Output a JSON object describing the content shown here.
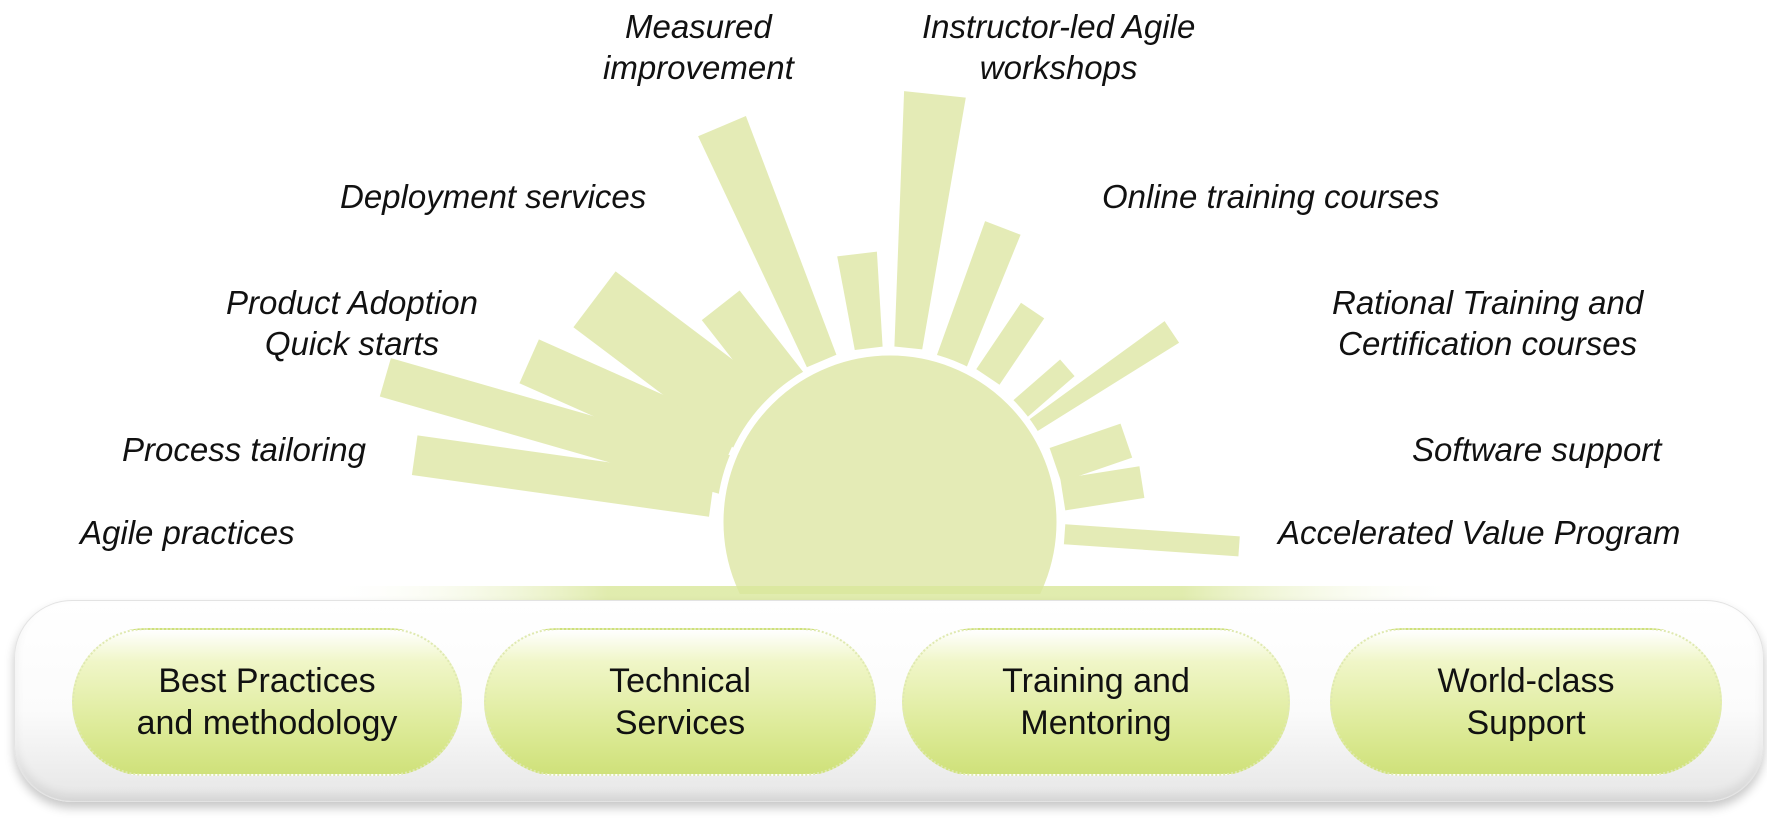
{
  "colors": {
    "sun": "#e4ebb6",
    "sun_outline": "#ffffff",
    "pill_top": "#f0f6c8",
    "pill_bottom": "#cfe17a",
    "bar": "#f5f5f5"
  },
  "service_labels": {
    "agile_practices": "Agile practices",
    "process_tailoring": "Process tailoring",
    "product_adoption_line1": "Product Adoption",
    "product_adoption_line2": "Quick starts",
    "deployment_services": "Deployment services",
    "measured_improvement_line1": "Measured",
    "measured_improvement_line2": "improvement",
    "instructor_led_line1": "Instructor-led Agile",
    "instructor_led_line2": "workshops",
    "online_training": "Online training courses",
    "rational_training_line1": "Rational Training and",
    "rational_training_line2": "Certification courses",
    "software_support": "Software support",
    "accelerated_value": "Accelerated Value Program"
  },
  "pillars": [
    {
      "line1": "Best Practices",
      "line2": "and methodology"
    },
    {
      "line1": "Technical",
      "line2": "Services"
    },
    {
      "line1": "Training and",
      "line2": "Mentoring"
    },
    {
      "line1": "World-class",
      "line2": "Support"
    }
  ]
}
